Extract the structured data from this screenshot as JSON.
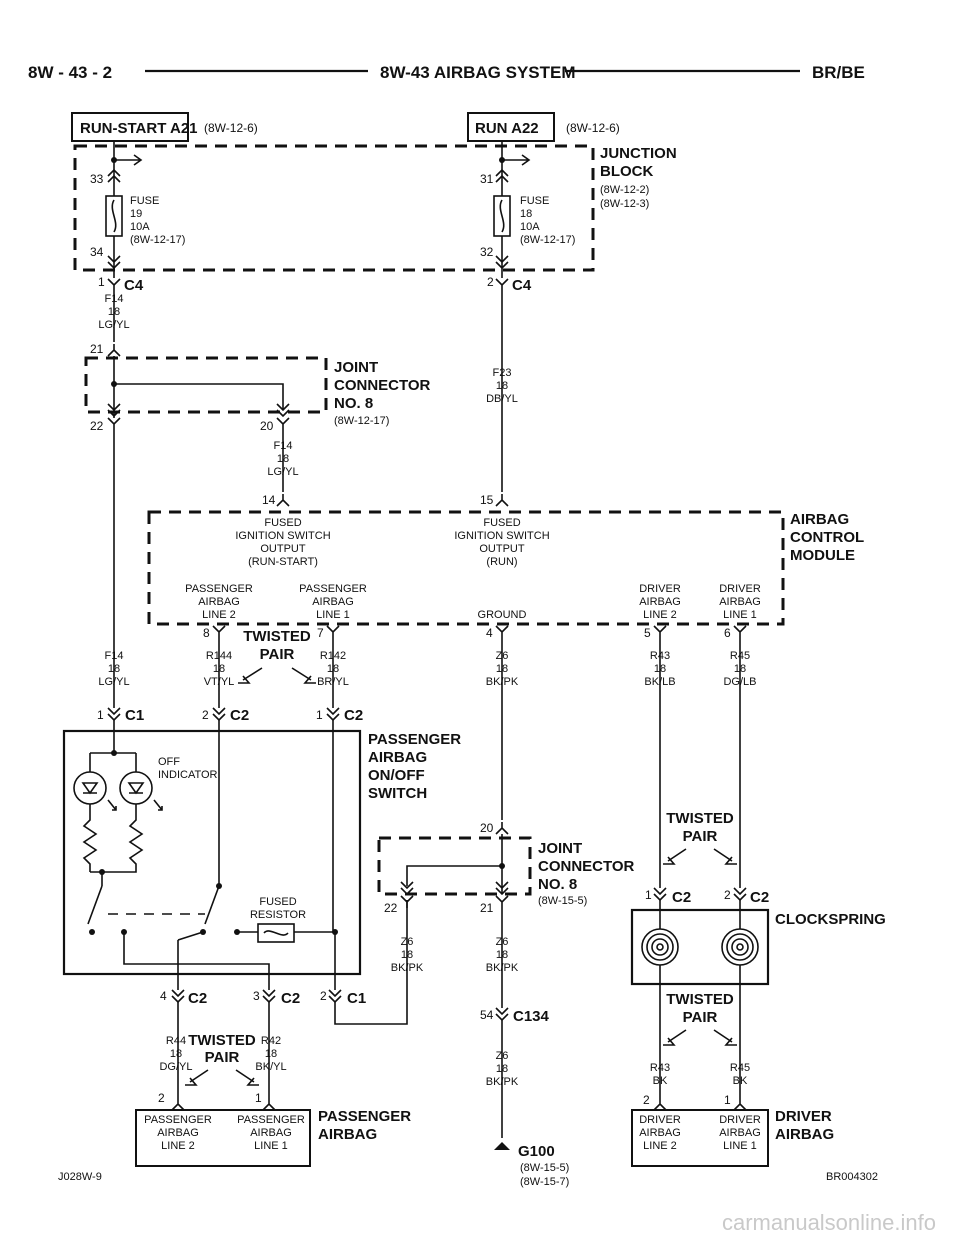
{
  "header": {
    "left": "8W - 43 - 2",
    "center": "8W-43 AIRBAG SYSTEM",
    "right": "BR/BE"
  },
  "sources": [
    {
      "box": "RUN-START A21",
      "ref": "(8W-12-6)"
    },
    {
      "box": "RUN A22",
      "ref": "(8W-12-6)"
    }
  ],
  "junction_block": {
    "title1": "JUNCTION",
    "title2": "BLOCK",
    "ref1": "(8W-12-2)",
    "ref2": "(8W-12-3)"
  },
  "fuse19": {
    "in": "33",
    "out": "34",
    "l1": "FUSE",
    "l2": "19",
    "l3": "10A",
    "l4": "(8W-12-17)"
  },
  "fuse18": {
    "in": "31",
    "out": "32",
    "l1": "FUSE",
    "l2": "18",
    "l3": "10A",
    "l4": "(8W-12-17)"
  },
  "c4_left": {
    "pin": "1",
    "name": "C4"
  },
  "c4_right": {
    "pin": "2",
    "name": "C4"
  },
  "wires": {
    "f14a": [
      "F14",
      "18",
      "LG/YL"
    ],
    "f23": [
      "F23",
      "18",
      "DB/YL"
    ],
    "f14b": [
      "F14",
      "18",
      "LG/YL"
    ],
    "f14c": [
      "F14",
      "18",
      "LG/YL"
    ],
    "r144": [
      "R144",
      "18",
      "VT/YL"
    ],
    "r142": [
      "R142",
      "18",
      "BR/YL"
    ],
    "z6a": [
      "Z6",
      "18",
      "BK/PK"
    ],
    "r43a": [
      "R43",
      "18",
      "BK/LB"
    ],
    "r45a": [
      "R45",
      "18",
      "DG/LB"
    ],
    "z6b": [
      "Z6",
      "18",
      "BK/PK"
    ],
    "z6c": [
      "Z6",
      "18",
      "BK/PK"
    ],
    "z6d": [
      "Z6",
      "18",
      "BK/PK"
    ],
    "r44": [
      "R44",
      "18",
      "DG/YL"
    ],
    "r42": [
      "R42",
      "18",
      "BK/YL"
    ],
    "r43b": [
      "R43",
      "BK"
    ],
    "r45b": [
      "R45",
      "BK"
    ]
  },
  "joint_top": {
    "t1": "JOINT",
    "t2": "CONNECTOR",
    "t3": "NO. 8",
    "ref": "(8W-12-17)",
    "p21": "21",
    "p22": "22",
    "p20": "20"
  },
  "acm": {
    "t1": "AIRBAG",
    "t2": "CONTROL",
    "t3": "MODULE",
    "p14": "14",
    "p15": "15",
    "fused_rs": [
      "FUSED",
      "IGNITION SWITCH",
      "OUTPUT",
      "(RUN-START)"
    ],
    "fused_r": [
      "FUSED",
      "IGNITION SWITCH",
      "OUTPUT",
      "(RUN)"
    ],
    "pax2": [
      "PASSENGER",
      "AIRBAG",
      "LINE 2"
    ],
    "pax1": [
      "PASSENGER",
      "AIRBAG",
      "LINE 1"
    ],
    "ground": "GROUND",
    "drv2": [
      "DRIVER",
      "AIRBAG",
      "LINE 2"
    ],
    "drv1": [
      "DRIVER",
      "AIRBAG",
      "LINE 1"
    ],
    "p8": "8",
    "p7": "7",
    "p4": "4",
    "p5": "5",
    "p6": "6"
  },
  "twisted": {
    "l1": "TWISTED",
    "l2": "PAIR"
  },
  "switch": {
    "t1": "PASSENGER",
    "t2": "AIRBAG",
    "t3": "ON/OFF",
    "t4": "SWITCH",
    "off1": "OFF",
    "off2": "INDICATOR",
    "res1": "FUSED",
    "res2": "RESISTOR",
    "c1top": {
      "pin": "1",
      "name": "C1"
    },
    "c2a": {
      "pin": "2",
      "name": "C2"
    },
    "c2b": {
      "pin": "1",
      "name": "C2"
    },
    "c2c": {
      "pin": "4",
      "name": "C2"
    },
    "c2d": {
      "pin": "3",
      "name": "C2"
    },
    "c1bot": {
      "pin": "2",
      "name": "C1"
    }
  },
  "joint_bot": {
    "t1": "JOINT",
    "t2": "CONNECTOR",
    "t3": "NO. 8",
    "ref": "(8W-15-5)",
    "p20": "20",
    "p22": "22",
    "p21": "21"
  },
  "c134": {
    "pin": "54",
    "name": "C134"
  },
  "g100": {
    "name": "G100",
    "ref1": "(8W-15-5)",
    "ref2": "(8W-15-7)"
  },
  "clockspring": {
    "label": "CLOCKSPRING",
    "c2a": {
      "pin": "1",
      "name": "C2"
    },
    "c2b": {
      "pin": "2",
      "name": "C2"
    }
  },
  "pax_airbag": {
    "t1": "PASSENGER",
    "t2": "AIRBAG",
    "p2": "2",
    "p1": "1",
    "line2": [
      "PASSENGER",
      "AIRBAG",
      "LINE 2"
    ],
    "line1": [
      "PASSENGER",
      "AIRBAG",
      "LINE 1"
    ]
  },
  "drv_airbag": {
    "t1": "DRIVER",
    "t2": "AIRBAG",
    "p2": "2",
    "p1": "1",
    "line2": [
      "DRIVER",
      "AIRBAG",
      "LINE 2"
    ],
    "line1": [
      "DRIVER",
      "AIRBAG",
      "LINE 1"
    ]
  },
  "footer": {
    "left": "J028W-9",
    "right": "BR004302"
  },
  "watermark": "carmanualsonline.info"
}
